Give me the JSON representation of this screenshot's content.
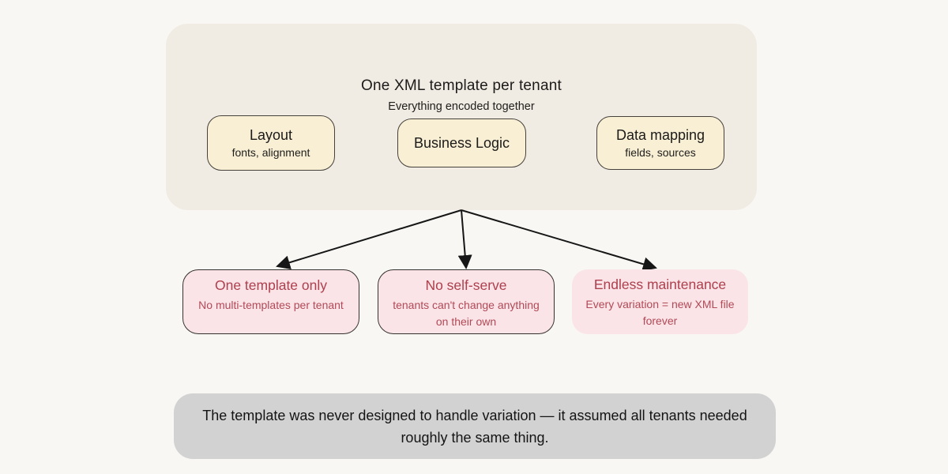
{
  "top_panel": {
    "title": "One XML template per tenant",
    "subtitle": "Everything encoded together",
    "components": [
      {
        "title": "Layout",
        "subtitle": "fonts, alignment"
      },
      {
        "title": "Business Logic",
        "subtitle": ""
      },
      {
        "title": "Data mapping",
        "subtitle": "fields, sources"
      }
    ]
  },
  "consequences": [
    {
      "title": "One template only",
      "subtitle": "No multi-templates per tenant"
    },
    {
      "title": "No self-serve",
      "subtitle": "tenants can't change anything on their own"
    },
    {
      "title": "Endless maintenance",
      "subtitle": "Every variation = new XML file forever"
    }
  ],
  "footer": {
    "text": "The template was never designed to handle variation — it assumed all tenants needed roughly the same thing."
  },
  "colors": {
    "page_bg": "#f8f7f3",
    "panel_bg": "#f0ebe3",
    "component_bg": "#f8efd5",
    "component_border": "#45413b",
    "consequence_bg": "#fae4e8",
    "consequence_border": "#35322e",
    "consequence_text": "#ae3f4d",
    "footer_bg": "#d2d2d2",
    "text_dark": "#1c1b19",
    "arrow": "#161616"
  }
}
